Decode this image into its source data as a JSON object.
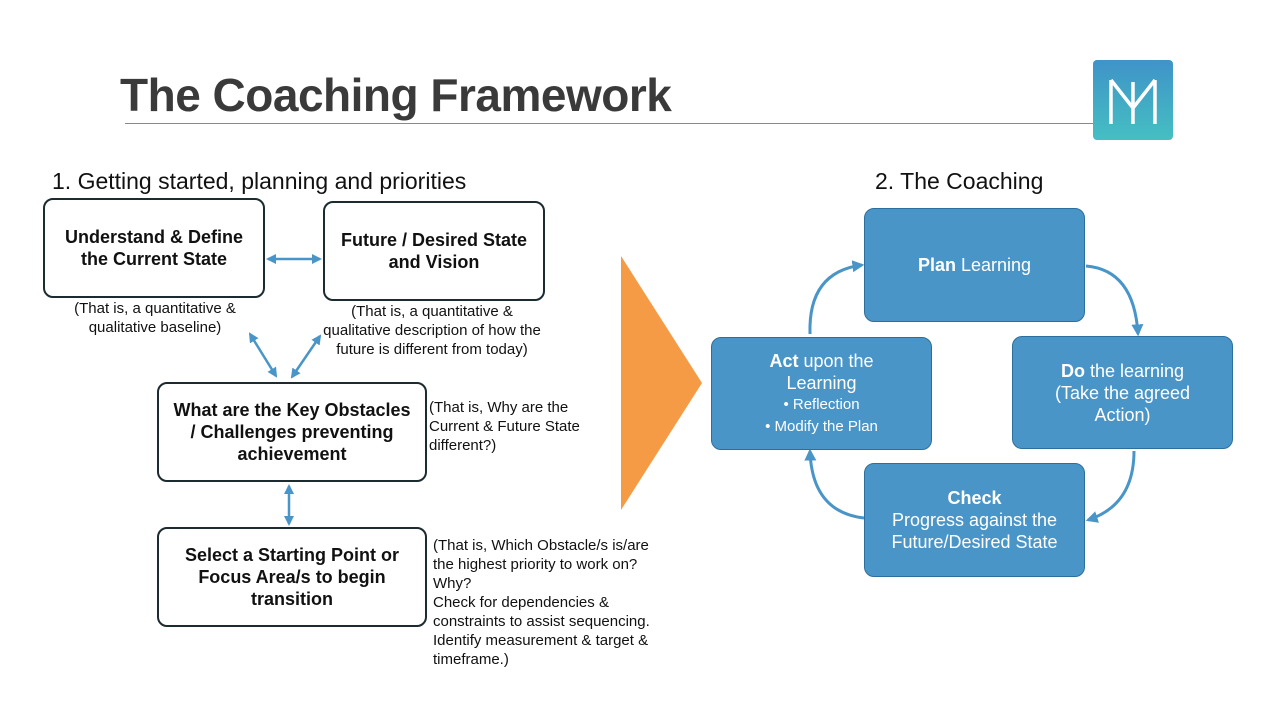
{
  "title": "The Coaching Framework",
  "logo": {
    "letter": "M"
  },
  "section1": {
    "heading": "1. Getting started, planning and priorities",
    "box_current": "Understand & Define the Current State",
    "note_current": "(That is, a quantitative & qualitative baseline)",
    "box_future": "Future / Desired State and Vision",
    "note_future": "(That is, a quantitative & qualitative description of how the future is different from today)",
    "box_obstacles": "What are the Key Obstacles / Challenges preventing achievement",
    "note_obstacles": "(That is, Why are the Current & Future State different?)",
    "box_start": "Select a Starting Point or Focus Area/s to begin transition",
    "note_start_lines": [
      "(That is, Which Obstacle/s is/are",
      "the highest priority to work on?",
      "Why?",
      "Check for dependencies &",
      "constraints to assist sequencing.",
      "Identify measurement & target &",
      "timeframe.)"
    ]
  },
  "section2": {
    "heading": "2. The Coaching",
    "plan": {
      "bold": "Plan",
      "rest": " Learning"
    },
    "do": {
      "bold": "Do",
      "rest": " the learning",
      "line2": "(Take the agreed",
      "line3": "Action)"
    },
    "check": {
      "bold": "Check",
      "line2": "Progress against the",
      "line3": "Future/Desired State"
    },
    "act": {
      "bold": "Act",
      "rest": " upon the",
      "line2": "Learning",
      "bullet1": "• Reflection",
      "bullet2": "• Modify  the Plan"
    }
  },
  "colors": {
    "title": "#3a3a3a",
    "box_border": "#1b2b30",
    "arrow_blue": "#4a95c8",
    "cycle_fill": "#4a95c8",
    "chevron_orange": "#f59a45",
    "logo_top": "#3f93c8",
    "logo_bottom": "#45bfc2"
  }
}
